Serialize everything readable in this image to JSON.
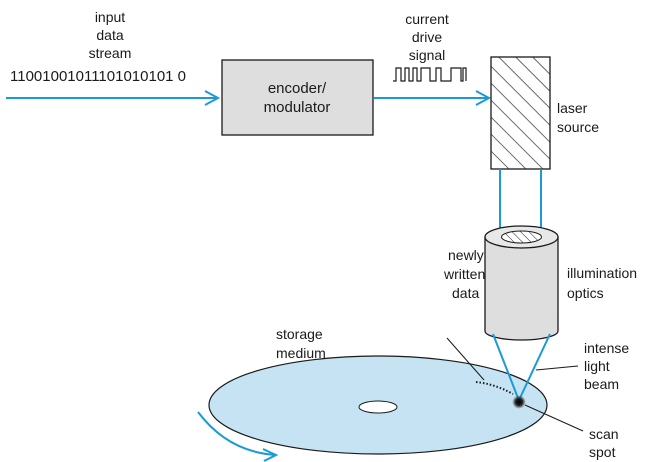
{
  "labels": {
    "input_line1": "input",
    "input_line2": "data",
    "input_line3": "stream",
    "bitstream": "11001001011101010101 0",
    "encoder_line1": "encoder/",
    "encoder_line2": "modulator",
    "drive_line1": "current",
    "drive_line2": "drive",
    "drive_line3": "signal",
    "laser_line1": "laser",
    "laser_line2": "source",
    "optics_line1": "illumination",
    "optics_line2": "optics",
    "written_line1": "newly",
    "written_line2": "written",
    "written_line3": "data",
    "storage_line1": "storage",
    "storage_line2": "medium",
    "beam_line1": "intense",
    "beam_line2": "light",
    "beam_line3": "beam",
    "spot_line1": "scan",
    "spot_line2": "spot"
  },
  "colors": {
    "signal_line": "#1a9ad6",
    "disc_fill": "#c5e3f2",
    "box_fill": "#dedede",
    "stroke": "#1a1a1a"
  }
}
